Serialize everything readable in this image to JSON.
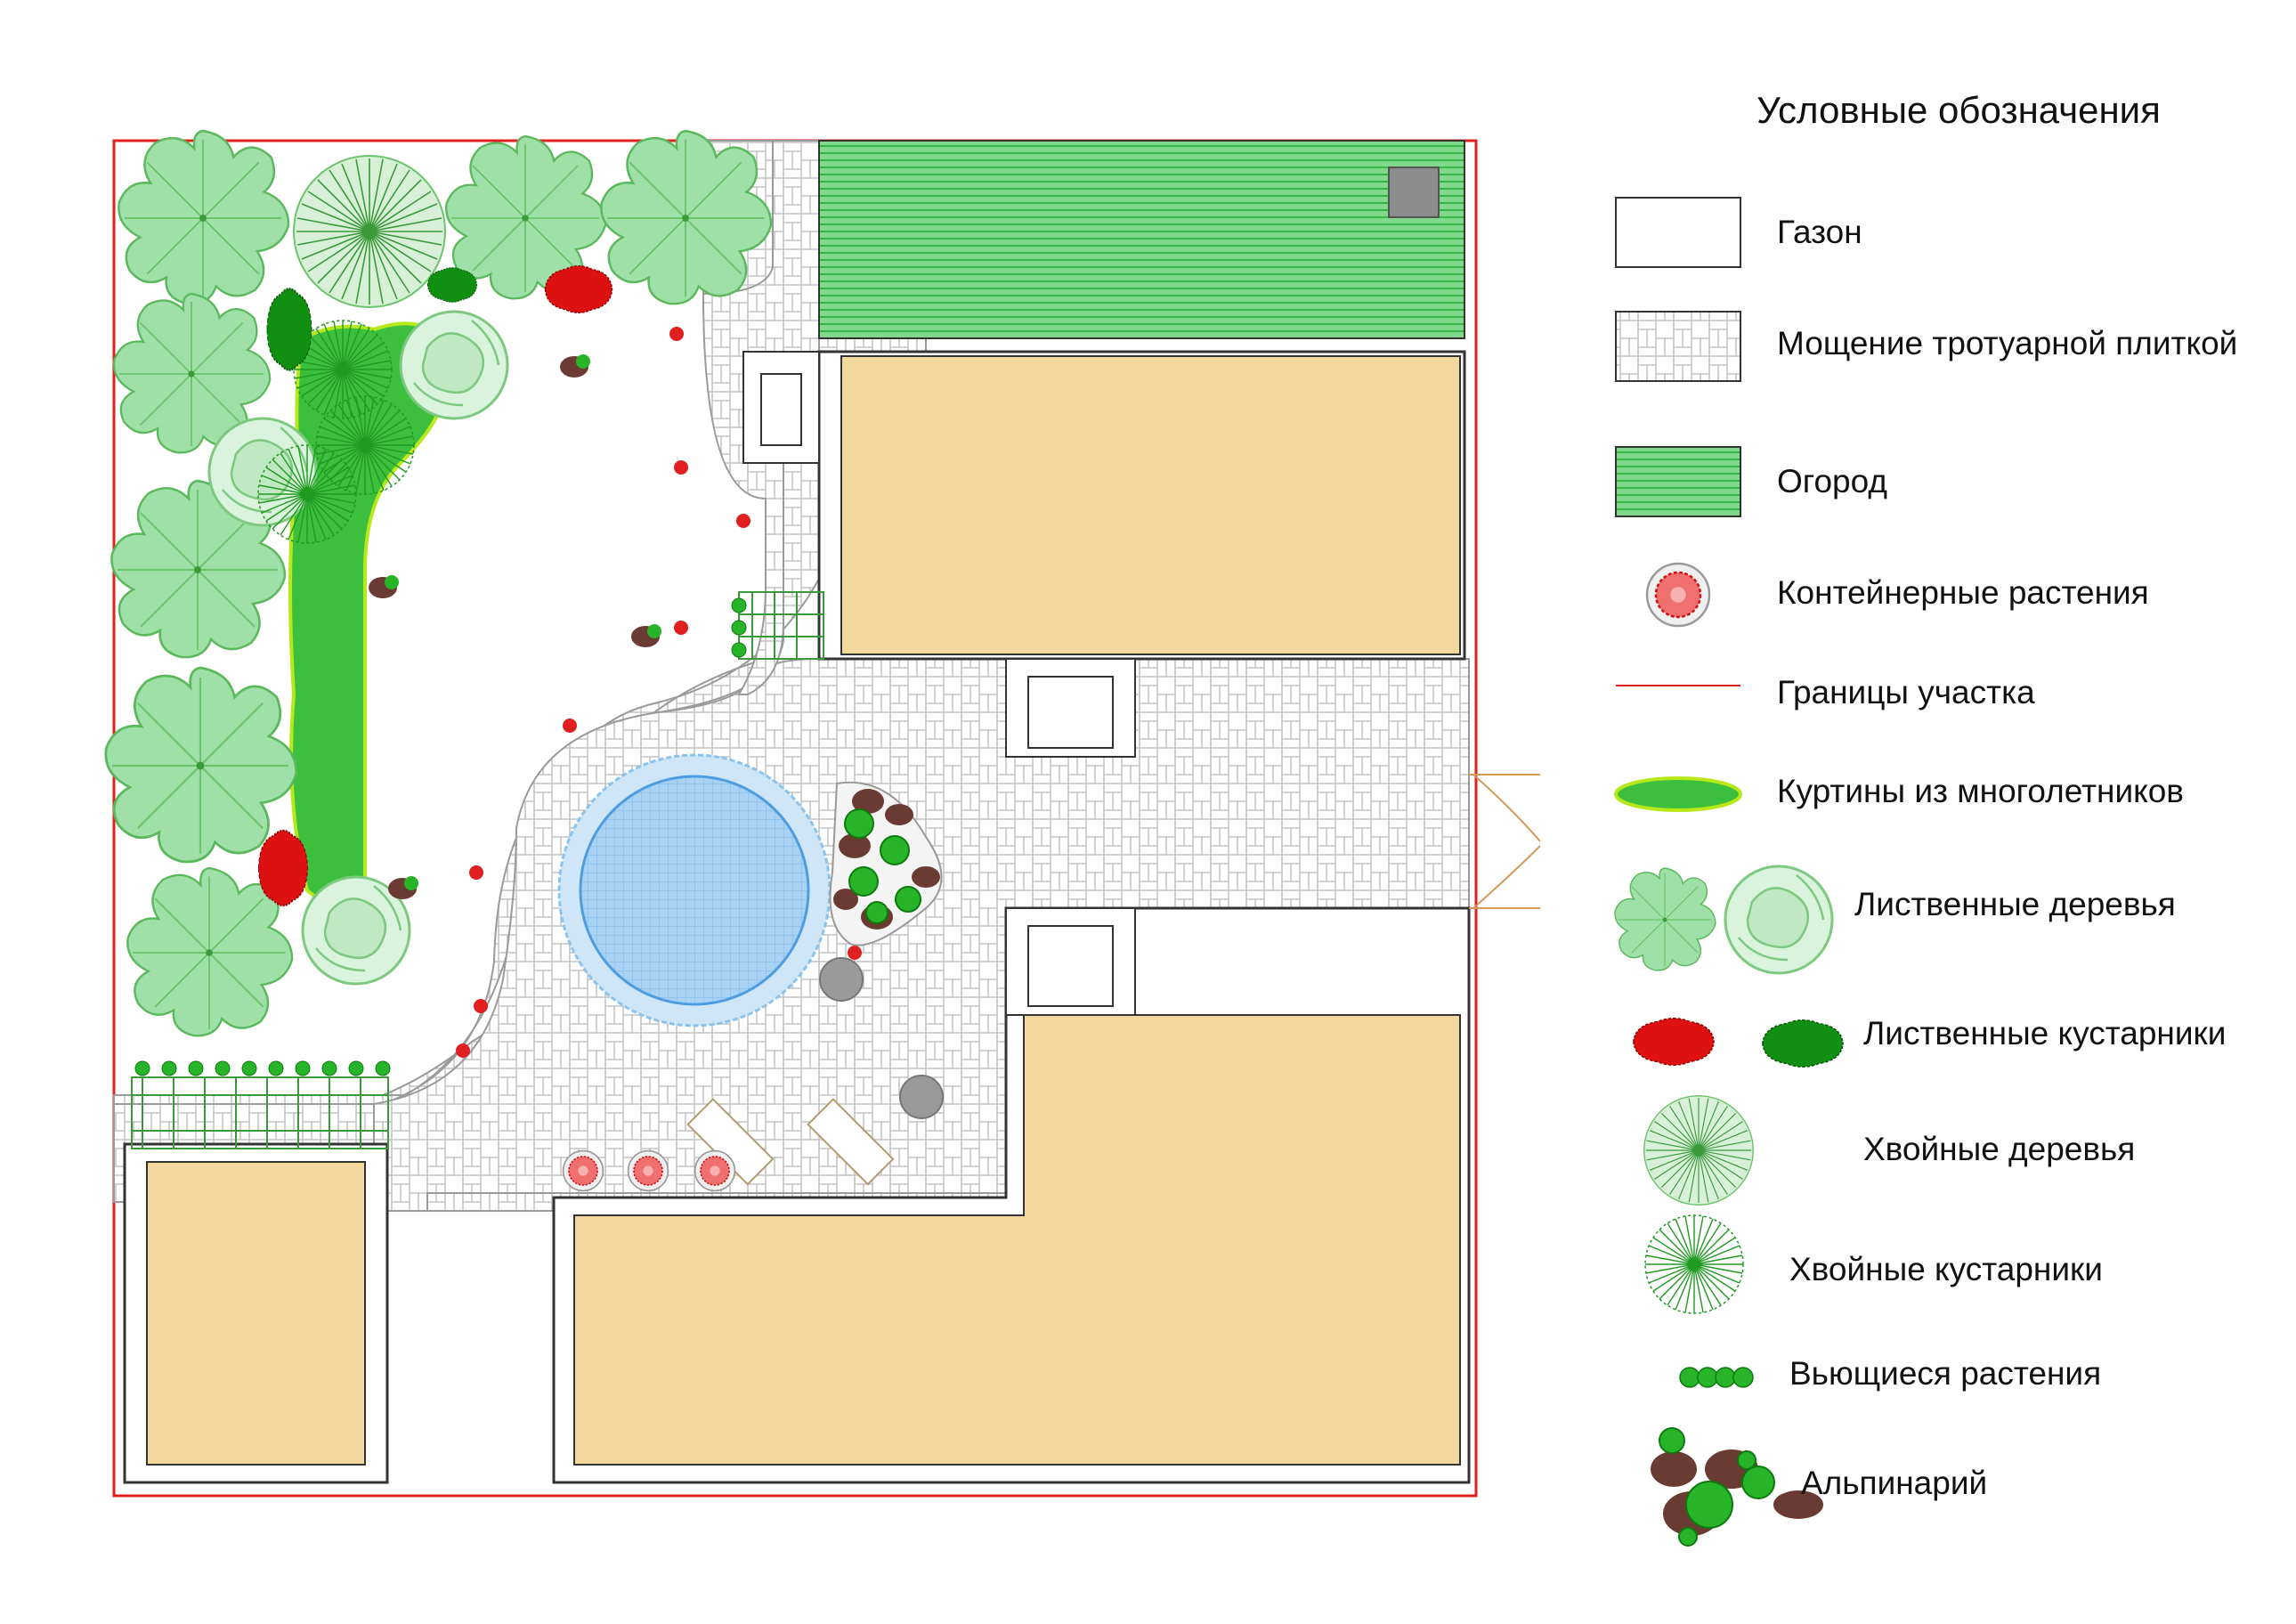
{
  "legend": {
    "title": "Условные обозначения",
    "items": [
      {
        "key": "lawn",
        "label": "Газон"
      },
      {
        "key": "paving",
        "label": "Мощение тротуарной плиткой"
      },
      {
        "key": "vegetable-garden",
        "label": "Огород"
      },
      {
        "key": "container-plants",
        "label": "Контейнерные растения"
      },
      {
        "key": "site-boundary",
        "label": "Границы участка"
      },
      {
        "key": "perennial-beds",
        "label": "Куртины из многолетников"
      },
      {
        "key": "deciduous-trees",
        "label": "Лиственные деревья"
      },
      {
        "key": "deciduous-shrubs",
        "label": "Лиственные кустарники"
      },
      {
        "key": "conifer-trees",
        "label": "Хвойные деревья"
      },
      {
        "key": "conifer-shrubs",
        "label": "Хвойные кустарники"
      },
      {
        "key": "climbing-plants",
        "label": "Вьющиеся растения"
      },
      {
        "key": "rock-garden",
        "label": "Альпинарий"
      }
    ]
  },
  "colors": {
    "boundary": "#e0201c",
    "building": "#f2d89c",
    "garden_bed": "#4cc24c",
    "pool_water": "#a9d3f5",
    "pool_rim": "#cfe6f8",
    "tree_fill": "#9fe0a8",
    "tree_line": "#5cb85c",
    "shrub_red": "#dd1111",
    "shrub_green": "#118f11",
    "perennial": "#3cbf3c",
    "rock_brown": "#6a3b32",
    "paving_line": "#c4c4c4",
    "wall": "#333333"
  }
}
